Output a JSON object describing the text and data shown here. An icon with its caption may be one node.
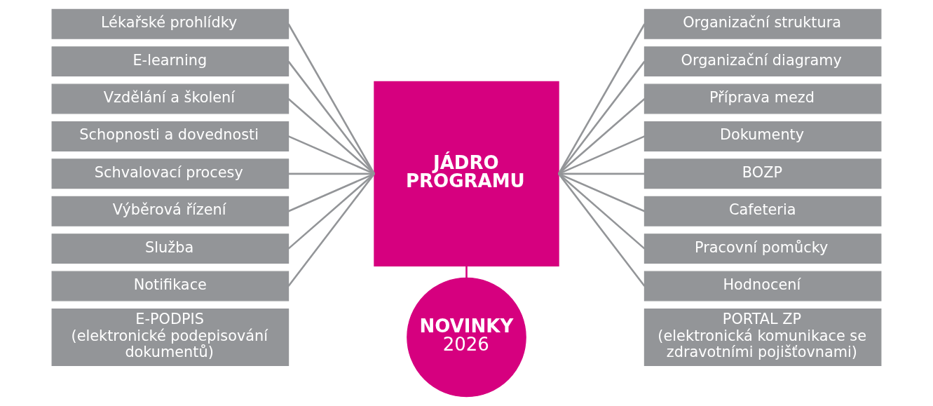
{
  "diagram": {
    "nodes": [
      {
        "text": [
          "Lékařské prohlídky"
        ]
      },
      {
        "text": [
          "E-learning"
        ]
      },
      {
        "text": [
          "Vzdělání a školení"
        ]
      },
      {
        "text": [
          "Schopnosti a dovednosti"
        ]
      },
      {
        "text": [
          "Schvalovací procesy"
        ]
      },
      {
        "text": [
          "Výběrová řízení"
        ]
      },
      {
        "text": [
          "Služba"
        ]
      },
      {
        "text": [
          "Notifikace"
        ]
      },
      {
        "text": [
          "JÁDRO PROGRAMU"
        ]
      },
      {
        "text": [
          "Organizační struktura"
        ]
      },
      {
        "text": [
          "Organizační diagramy"
        ]
      },
      {
        "text": [
          "Příprava mezd"
        ]
      },
      {
        "text": [
          "Dokumenty"
        ]
      },
      {
        "text": [
          "BOZP"
        ]
      },
      {
        "text": [
          "Cafeteria"
        ]
      },
      {
        "text": [
          "Pracovní pomůcky"
        ]
      },
      {
        "text": [
          "Hodnocení"
        ]
      },
      {
        "text": [
          "E-PODPIS",
          "(elektronické podepisování dokumentů)"
        ]
      },
      {
        "text": [
          "NOVINKY",
          "2026"
        ]
      },
      {
        "text": [
          "PORTAL ZP",
          "(elektronická komunikace se zdravotními pojišťovnami)"
        ]
      }
    ],
    "edges": [
      {
        "from": 0,
        "to": 8,
        "arrow": "none"
      },
      {
        "from": 1,
        "to": 8,
        "arrow": "none"
      },
      {
        "from": 2,
        "to": 8,
        "arrow": "none"
      },
      {
        "from": 3,
        "to": 8,
        "arrow": "none"
      },
      {
        "from": 4,
        "to": 8,
        "arrow": "none"
      },
      {
        "from": 5,
        "to": 8,
        "arrow": "none"
      },
      {
        "from": 6,
        "to": 8,
        "arrow": "none"
      },
      {
        "from": 7,
        "to": 8,
        "arrow": "none"
      },
      {
        "from": 8,
        "to": 9,
        "arrow": "none"
      },
      {
        "from": 8,
        "to": 10,
        "arrow": "none"
      },
      {
        "from": 8,
        "to": 11,
        "arrow": "none"
      },
      {
        "from": 8,
        "to": 12,
        "arrow": "none"
      },
      {
        "from": 8,
        "to": 13,
        "arrow": "none"
      },
      {
        "from": 8,
        "to": 14,
        "arrow": "none"
      },
      {
        "from": 8,
        "to": 15,
        "arrow": "none"
      },
      {
        "from": 8,
        "to": 16,
        "arrow": "none"
      },
      {
        "from": 8,
        "to": 18,
        "arrow": "none",
        "color": "#d6007f"
      }
    ]
  }
}
